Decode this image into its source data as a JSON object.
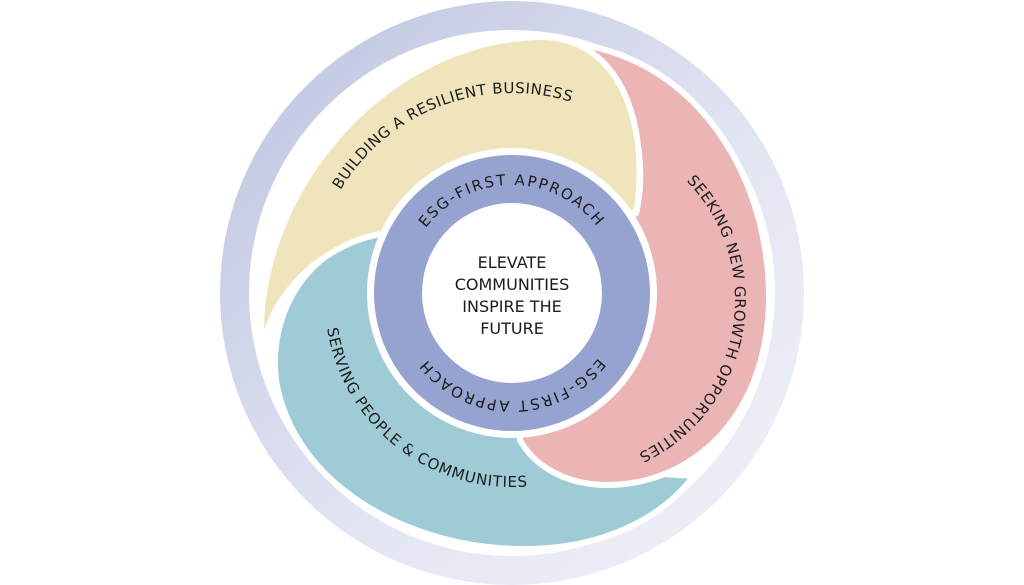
{
  "segments": {
    "building": {
      "label": "BUILDING A RESILIENT BUSINESS",
      "color": "#f0e4bd"
    },
    "seeking": {
      "label": "SEEKING NEW GROWTH OPPORTUNITIES",
      "color": "#ebb4b5"
    },
    "serving": {
      "label": "SERVING PEOPLE & COMMUNITIES",
      "color": "#9ecbd6"
    }
  },
  "inner_ring": {
    "top_label": "ESG-FIRST APPROACH",
    "bottom_label": "ESG-FIRST APPROACH",
    "color": "#96a2cf"
  },
  "center": {
    "lines": [
      "ELEVATE",
      "COMMUNITIES",
      "INSPIRE THE",
      "FUTURE"
    ]
  }
}
